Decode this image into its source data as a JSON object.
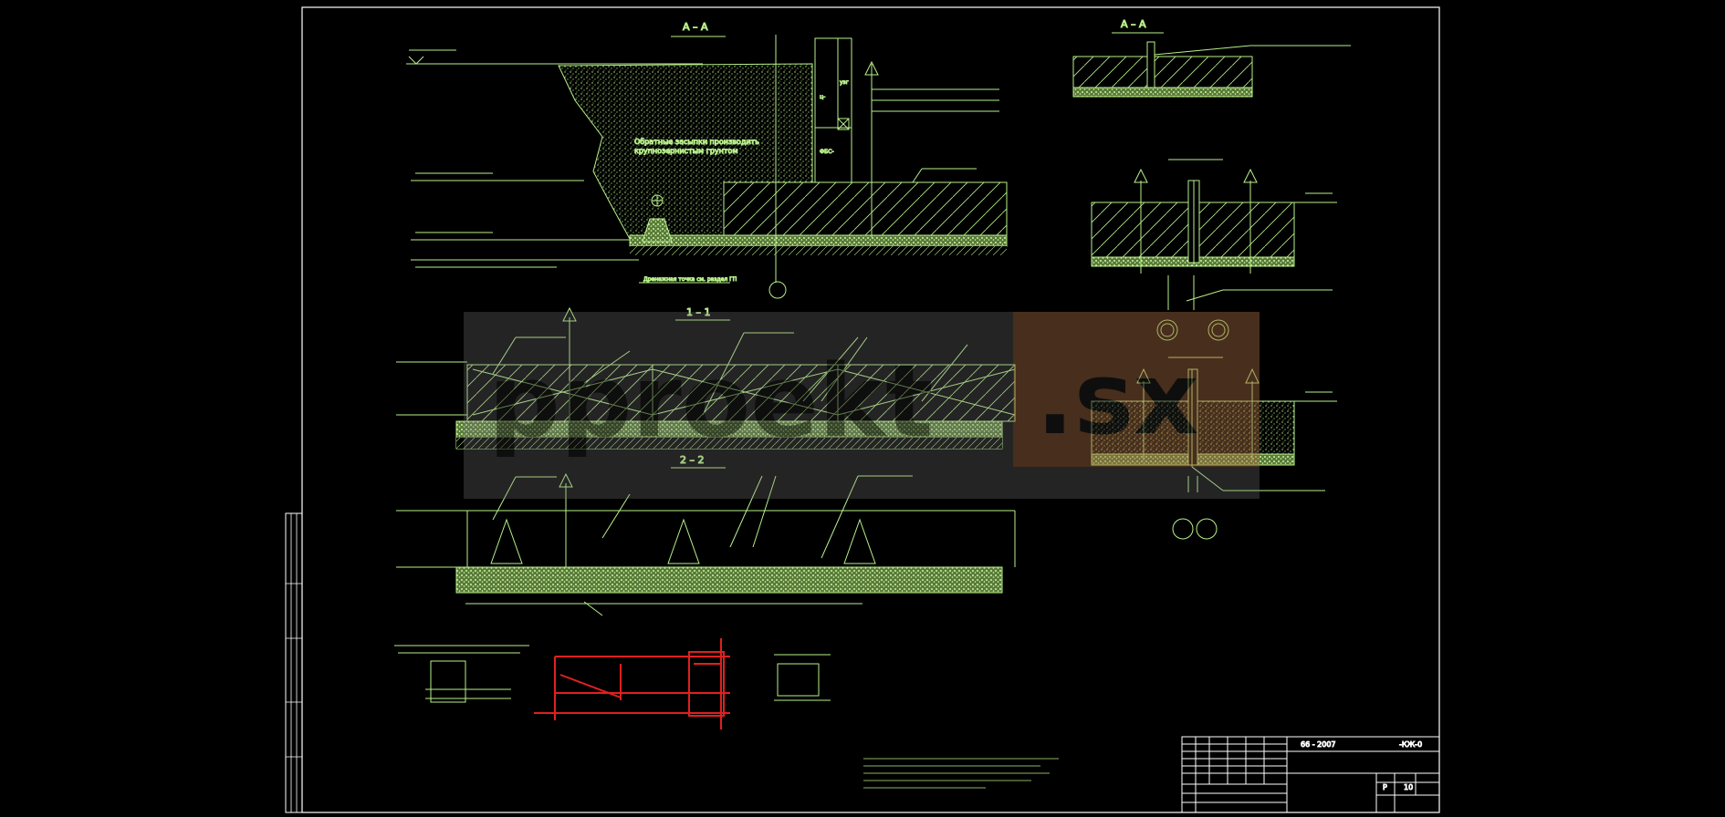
{
  "sections": {
    "aa_main": "А – А",
    "aa_right": "А – А",
    "s11": "1 – 1",
    "s22": "2 – 2"
  },
  "notes": {
    "backfill": "Обратные засыпки производить",
    "backfill2": "крупнозернистым грунтом",
    "drain": "Дренажная точка см. раздел ГП",
    "uzg": "узг",
    "c": "ц-",
    "fbs": "ФБС-"
  },
  "title_block": {
    "code": "66 - 2007",
    "mark": "-КЖ-0",
    "stage": "Р",
    "sheet": "10"
  },
  "watermark": {
    "text_left": "pproekt",
    "text_right": ".sx"
  },
  "colors": {
    "line": "#b8f08a",
    "frame": "#ffffff",
    "red": "#e02020",
    "background": "#000000"
  }
}
